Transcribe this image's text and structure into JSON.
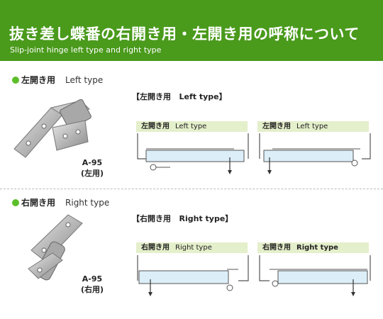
{
  "header": {
    "title": "抜き差し蝶番の右開き用・左開き用の呼称について",
    "subtitle": "Slip-joint hinge left type and right type"
  },
  "left_section": {
    "title_jp": "左開き用",
    "title_en": "Left type",
    "model": "A-95",
    "model_note": "(左用)",
    "box_label_jp": "【左開き用",
    "box_label_en": "Left type】",
    "diagrams": [
      {
        "label_jp": "左開き用",
        "label_en": "Left type"
      },
      {
        "label_jp": "左開き用",
        "label_en": "Left type"
      }
    ]
  },
  "right_section": {
    "title_jp": "右開き用",
    "title_en": "Right type",
    "model": "A-95",
    "model_note": "(右用)",
    "box_label_jp": "【右開き用",
    "box_label_en": "Right type】",
    "diagrams": [
      {
        "label_jp": "右開き用",
        "label_en": "Right type"
      },
      {
        "label_jp": "右開き用",
        "label_en": "Right type"
      }
    ]
  },
  "colors": {
    "banner": "#4a9a1c",
    "bullet": "#5cbf2a",
    "label_bar": "#e4efcb",
    "glass": "#dceef8"
  }
}
